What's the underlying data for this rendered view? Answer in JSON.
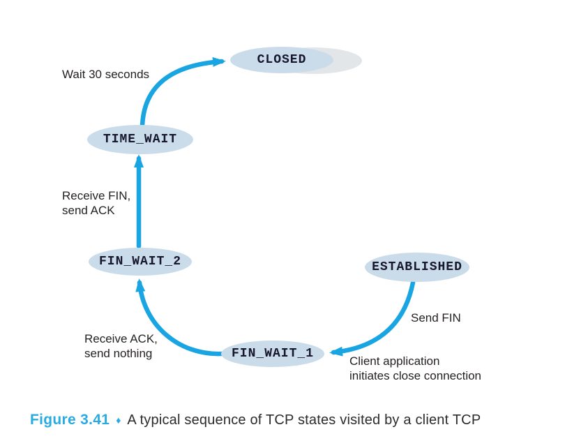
{
  "figure": {
    "caption": {
      "label": "Figure 3.41",
      "separator": "♦",
      "text": "A typical sequence of TCP states visited by a client TCP"
    },
    "colors": {
      "arrow": "#18a5e2",
      "state_fill": "#cadcea",
      "state_text": "#16162c",
      "caption_accent": "#29abe2",
      "label_text": "#231f20",
      "ghost_artifact": "#e2e6e9",
      "background": "#ffffff"
    },
    "states": [
      {
        "name": "CLOSED"
      },
      {
        "name": "TIME_WAIT"
      },
      {
        "name": "FIN_WAIT_2"
      },
      {
        "name": "ESTABLISHED"
      },
      {
        "name": "FIN_WAIT_1"
      }
    ],
    "transitions": [
      {
        "from": "TIME_WAIT",
        "to": "CLOSED",
        "label": "Wait 30 seconds"
      },
      {
        "from": "FIN_WAIT_2",
        "to": "TIME_WAIT",
        "label": "Receive FIN,\nsend ACK"
      },
      {
        "from": "FIN_WAIT_1",
        "to": "FIN_WAIT_2",
        "label": "Receive ACK,\nsend nothing"
      },
      {
        "from": "ESTABLISHED",
        "to": "FIN_WAIT_1",
        "label": "Send FIN"
      }
    ],
    "annotations": [
      {
        "text": "Client application\ninitiates close connection"
      }
    ]
  }
}
